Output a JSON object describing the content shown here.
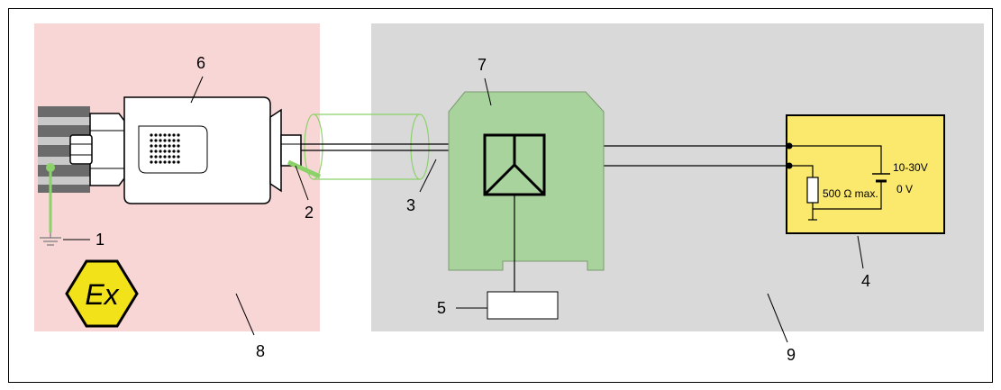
{
  "colors": {
    "hazardous_zone": "#f9d6d6",
    "safe_zone": "#d9d9d9",
    "isolator": "#a9d39c",
    "supply_box": "#fbe96e",
    "cable_shield": "#8cd26a",
    "ground_wire": "#8cd26a",
    "ex_symbol": "#f2e21a"
  },
  "ex_symbol": {
    "text": "Ex"
  },
  "callouts": {
    "c1": "1",
    "c2": "2",
    "c3": "3",
    "c4": "4",
    "c5": "5",
    "c6": "6",
    "c7": "7",
    "c8": "8",
    "c9": "9"
  },
  "supply": {
    "voltage_label": "10-30V",
    "ground_label": "0 V",
    "resistor_label": "500 Ω max."
  },
  "icons": [
    "ground-icon",
    "ex-symbol-icon",
    "battery-icon",
    "resistor-icon",
    "isolator-icon"
  ]
}
